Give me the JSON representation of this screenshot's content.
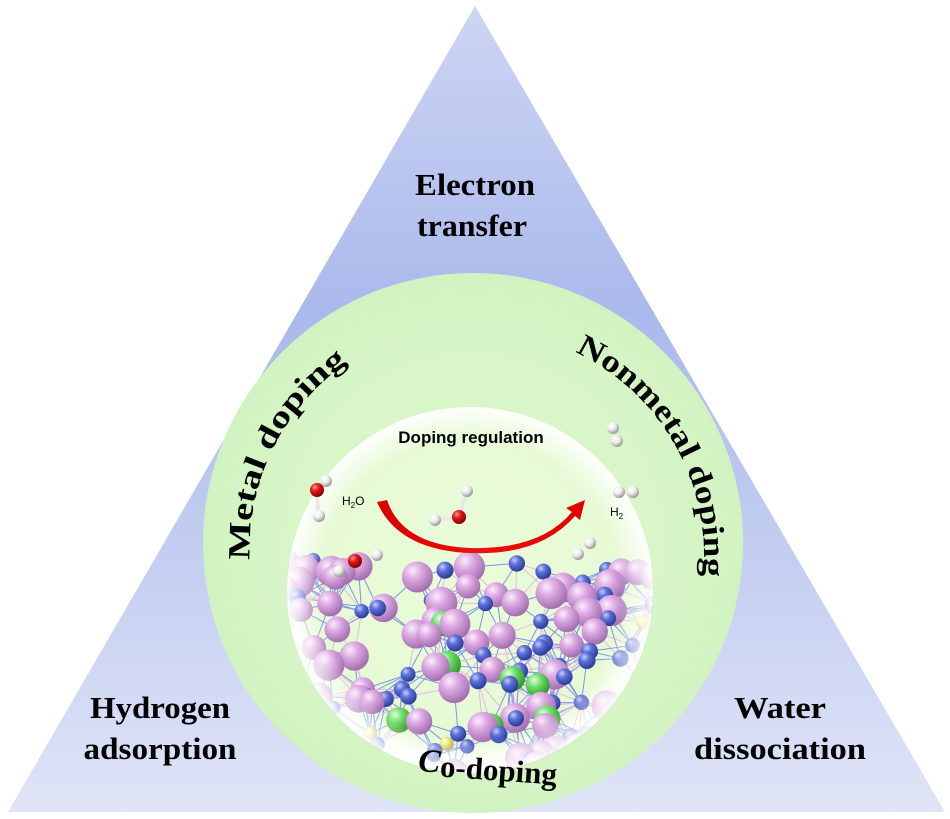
{
  "colors": {
    "triangle_top": "#c8d1f2",
    "triangle_mid": "#a9b9ec",
    "triangle_bottom": "#dde2f6",
    "outer_ring": "#d4f5c4",
    "inner_circle": "#e8fbd8",
    "arrow": "#e00000",
    "oxygen": "#e31a1a",
    "hydrogen": "#f2f2f2",
    "atom_pink": "#d9a6e0",
    "atom_blue": "#5a6fd8",
    "atom_green": "#6ee06a",
    "atom_yellow": "#f0ec7a",
    "bond_blue": "#7f93e6",
    "bond_pink": "#e5b7e6"
  },
  "corners": {
    "top": {
      "line1": "Electron",
      "line2": "transfer"
    },
    "bottom_left": {
      "line1": "Hydrogen",
      "line2": "adsorption"
    },
    "bottom_right": {
      "line1": "Water",
      "line2": "dissociation"
    }
  },
  "ring_labels": {
    "left": "Metal doping",
    "right": "Nonmetal doping",
    "bottom_prefix": "C",
    "bottom_rest": "o-doping"
  },
  "center": {
    "title": "Doping regulation",
    "reactant_label_main": "H",
    "reactant_label_sub": "2",
    "reactant_label_end": "O",
    "product_label_main": "H",
    "product_label_sub": "2"
  }
}
